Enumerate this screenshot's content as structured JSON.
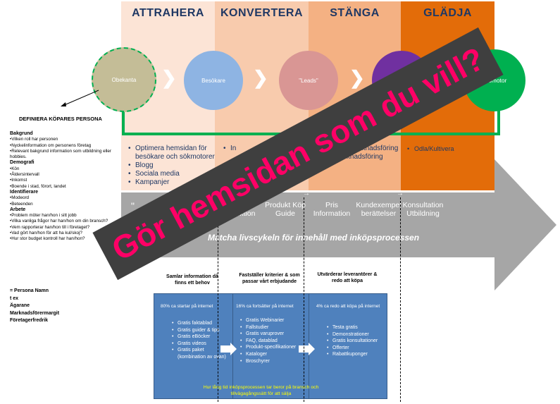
{
  "stages": [
    {
      "title": "ATTRAHERA",
      "color": "#fce4d6"
    },
    {
      "title": "KONVERTERA",
      "color": "#f8cbad"
    },
    {
      "title": "STÄNGA",
      "color": "#f4b183"
    },
    {
      "title": "GLÄDJA",
      "color": "#e36c09"
    }
  ],
  "circles": [
    {
      "label": "Obekanta",
      "color": "#c4bd97"
    },
    {
      "label": "Besökare",
      "color": "#8eb4e3"
    },
    {
      "label": "\"Leads\"",
      "color": "#d99694"
    },
    {
      "label": "",
      "color": "#7030a0"
    },
    {
      "label": "Promotor",
      "color": "#00b050"
    }
  ],
  "stage_bullets": {
    "attrahera": [
      "Optimera hemsidan för besökare och sökmotorer",
      "Blogg",
      "Sociala media",
      "Kampanjer"
    ],
    "konvertera": [
      "In"
    ],
    "stanga": [
      "Epost marknadsföring",
      "Smarknadsföring"
    ],
    "gladja": [
      "Odla/Kultivera"
    ]
  },
  "big_arrow": {
    "partial_left": "\"",
    "items": [
      "Produkt Introduktion",
      "Produkt Köp Guide",
      "Pris Information",
      "Kundexempel berättelser",
      "Konsultation Utbildning"
    ],
    "caption": "Matcha livscykeln för innehåll med inköpsprocessen"
  },
  "persona": {
    "title": "DEFINIERA KÖPARES PERSONA",
    "sections": [
      {
        "heading": "Bakgrund",
        "items": [
          "•Vilken roll har personen",
          "•Nyckelinformation om personens företag",
          "•Relevant bakgrund information som utbildning eller hobbies."
        ]
      },
      {
        "heading": "Demografi",
        "items": [
          "•Kön",
          "•Åldersintervall",
          "•Inkomst",
          "•Boende i stad, förort, landet"
        ]
      },
      {
        "heading": "Identifierare",
        "items": [
          "•Modeord",
          "•Beteenden"
        ]
      },
      {
        "heading": "Arbete",
        "items": [
          "•Problem möter han/hon i sitt jobb",
          "•Vilka vanliga frågor har han/hon om din bransch?",
          "•Vem rapporterar han/hon till i företaget?",
          "•Vad gört han/hon för att ha kul/skoj?",
          "•Hur stor budget kontroll har han/hon?"
        ]
      }
    ],
    "footer": [
      "= Persona Namn",
      "t ex",
      "Ägarane",
      "Marknadsförermargit",
      "Företagerfredrik"
    ]
  },
  "process": [
    {
      "heading": "Samlar information då finns ett behov",
      "percent": "80% ca startar på internet",
      "items": [
        "Gratis faktablad",
        "Gratis guider & tips",
        "Gratis eBöcker",
        "Gratis videos",
        "Gratis paket (kombination av ovan)"
      ]
    },
    {
      "heading": "Fastställer kriterier & som passar vårt erbjudande",
      "percent": "16% ca fortsätter på internet",
      "items": [
        "Gratis Webinarier",
        "Fallstudier",
        "Gratis varuprover",
        "FAQ, datablad",
        "Produkt-specifikationer",
        "Kataloger",
        "Broschyrer"
      ]
    },
    {
      "heading": "Utvärderar leverantörer & redo att köpa",
      "percent": "4% ca redo att köpa på internet",
      "items": [
        "Testa gratis",
        "Demonstrationer",
        "Gratis konsultationer",
        "Offerter",
        "Rabattkuponger"
      ]
    }
  ],
  "process_note": "Hur lång tid inköpsprocessen tar beror på bransch och tillvägagångssätt för att sälja",
  "banner": "Gör hemsidan som du vill?"
}
